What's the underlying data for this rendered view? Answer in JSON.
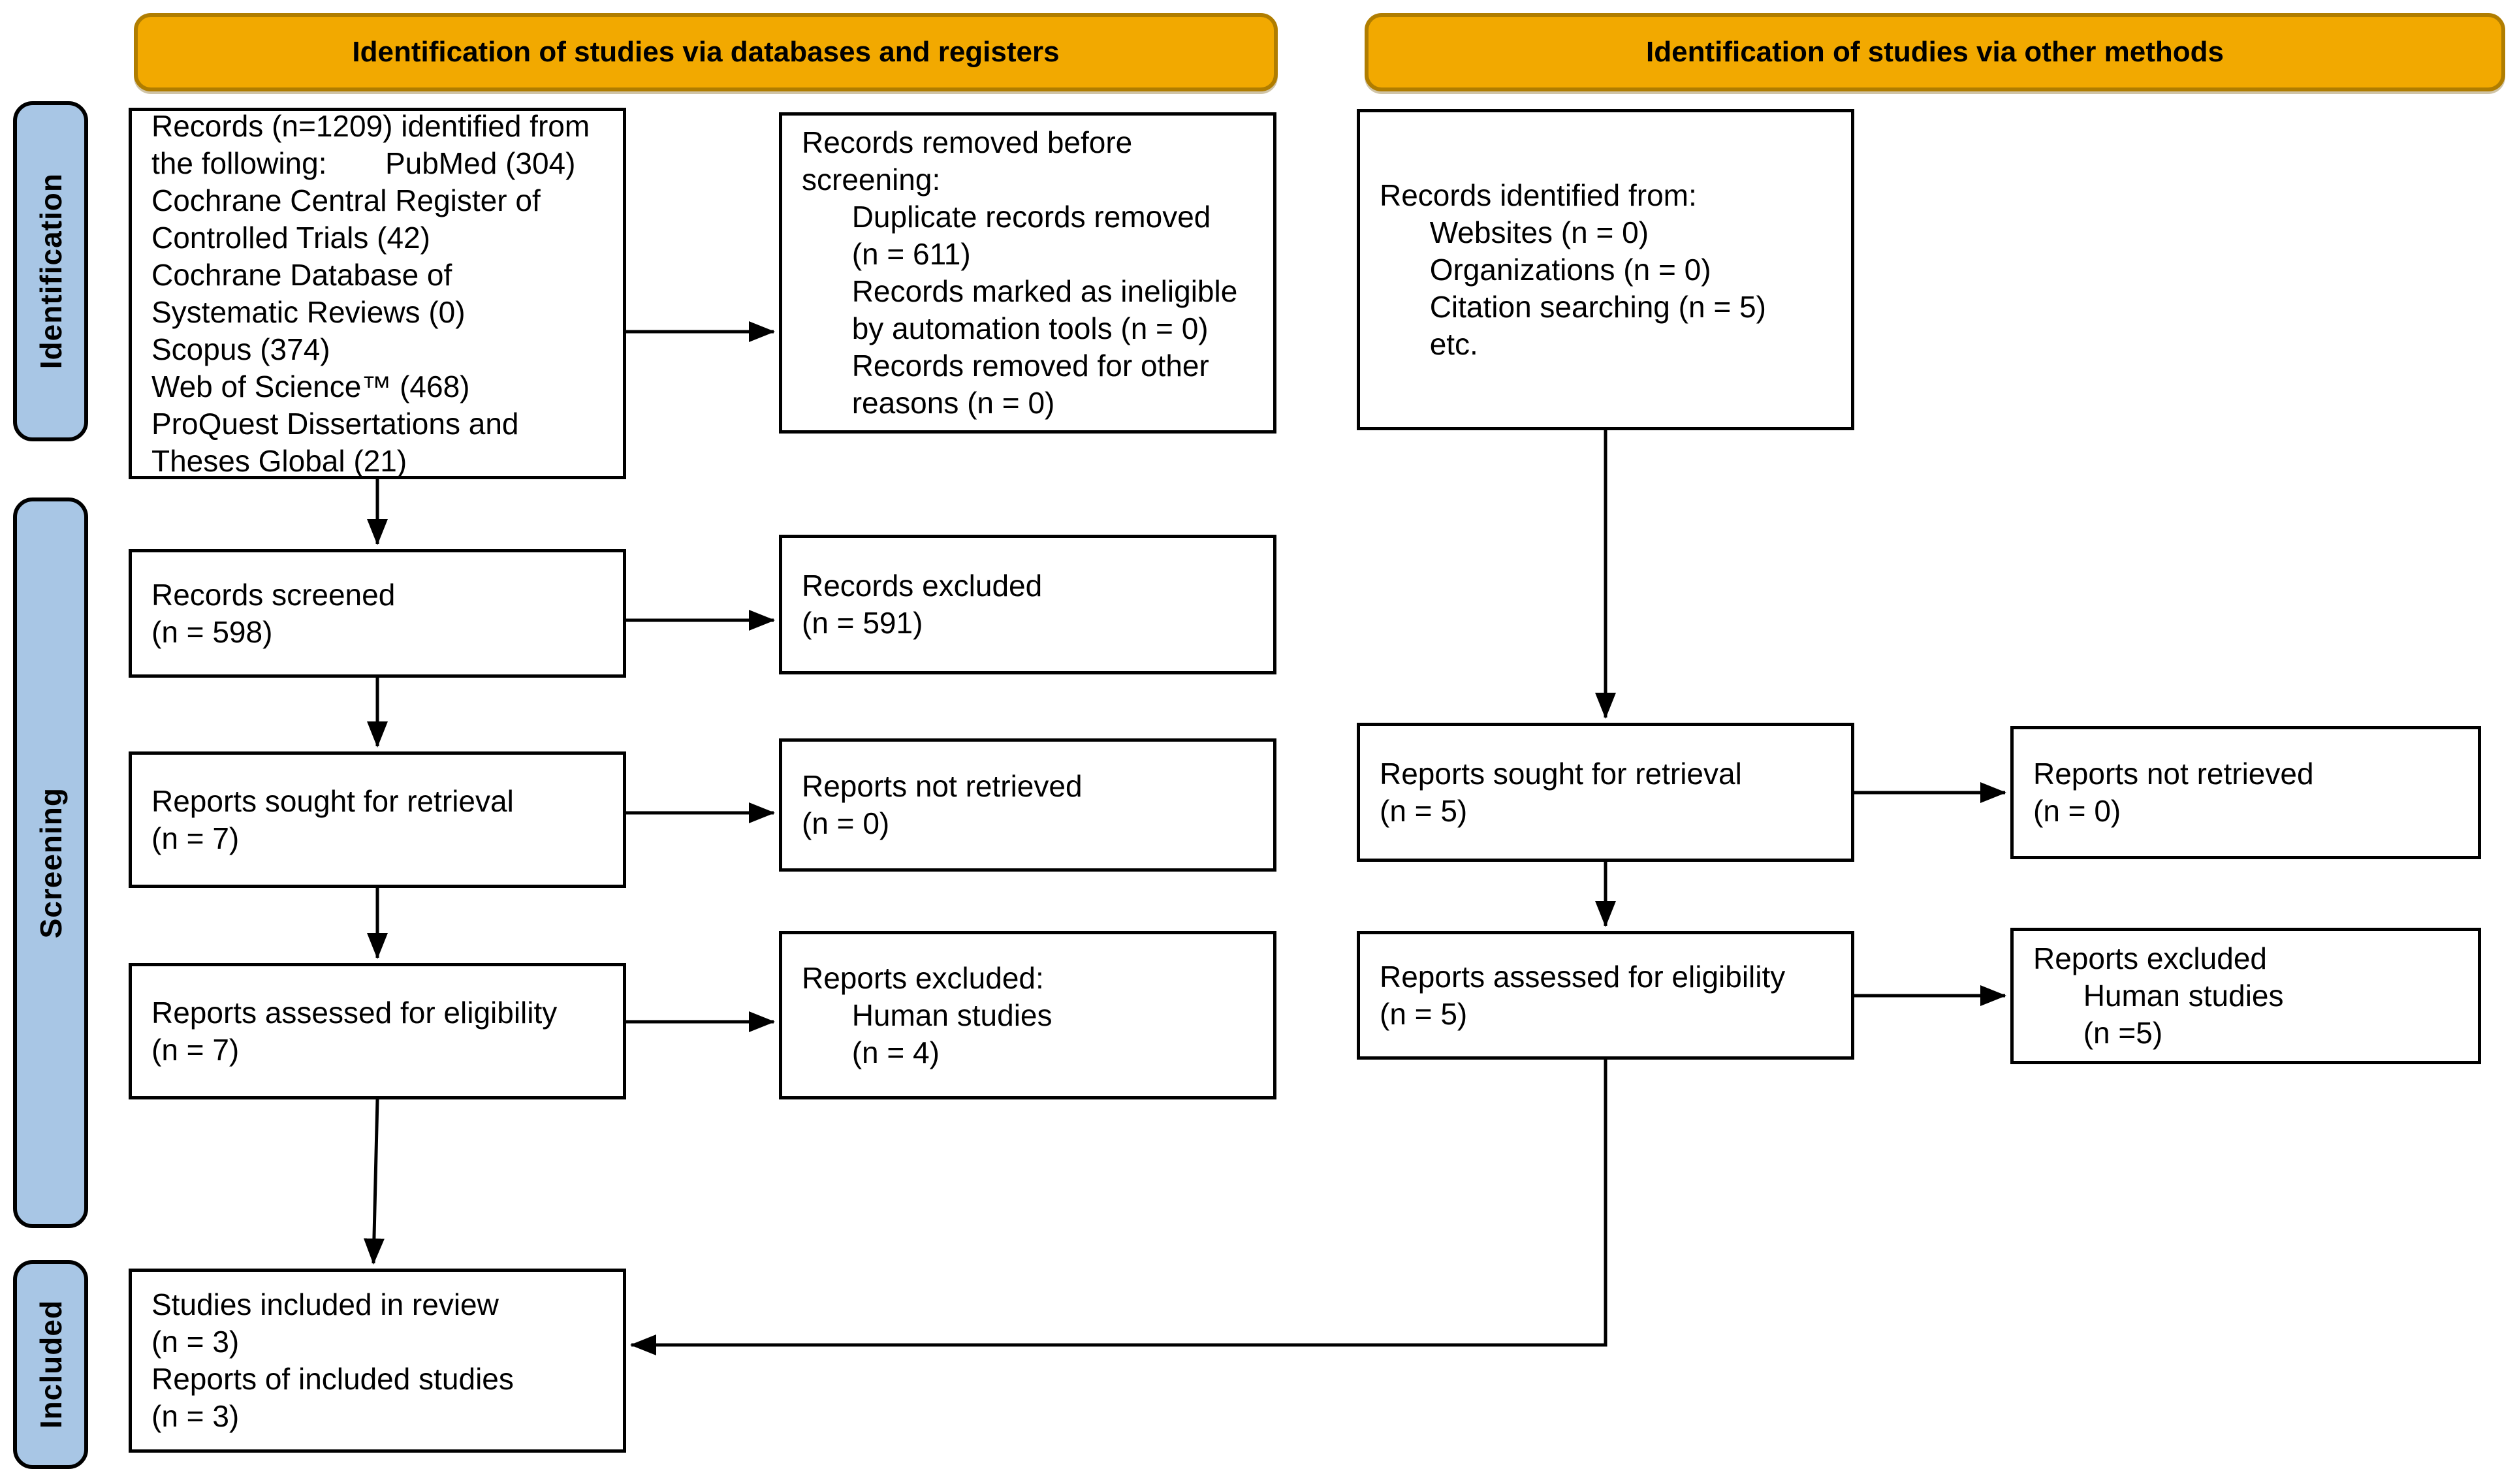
{
  "headers": {
    "databases": "Identification of studies via databases and registers",
    "other": "Identification of studies via other methods"
  },
  "sidebar": {
    "identification": "Identification",
    "screening": "Screening",
    "included": "Included"
  },
  "boxes": {
    "records_identified_databases": "Records (n=1209) identified from\nthe following:       PubMed (304)\nCochrane Central Register of\nControlled Trials (42)\nCochrane Database of\nSystematic Reviews (0)\nScopus (374)\nWeb of Science™ (468)\nProQuest Dissertations and\nTheses Global (21)",
    "records_removed": "Records removed before\nscreening:\n      Duplicate records removed\n      (n = 611)\n      Records marked as ineligible\n      by automation tools (n = 0)\n      Records removed for other\n      reasons (n = 0)",
    "records_identified_other": "Records identified from:\n      Websites (n = 0)\n      Organizations (n = 0)\n      Citation searching (n = 5)\n      etc.",
    "records_screened": "Records screened\n(n = 598)",
    "records_excluded": "Records excluded\n(n = 591)",
    "reports_sought_databases": "Reports sought for retrieval\n(n = 7)",
    "reports_not_retrieved_databases": "Reports not retrieved\n(n = 0)",
    "reports_sought_other": "Reports sought for retrieval\n(n = 5)",
    "reports_not_retrieved_other": "Reports not retrieved\n(n = 0)",
    "reports_assessed_databases": "Reports assessed for eligibility\n(n = 7)",
    "reports_excluded_databases": "Reports excluded:\n      Human studies\n      (n = 4)",
    "reports_assessed_other": "Reports assessed for eligibility\n(n = 5)",
    "reports_excluded_other": "Reports excluded\n      Human studies\n      (n =5)",
    "studies_included": "Studies included in review\n(n = 3)\nReports of included studies\n(n = 3)"
  },
  "colors": {
    "banner_fill": "#F2A900",
    "banner_border": "#B07D00",
    "sidebar_fill": "#A8C6E5",
    "line": "#000000"
  }
}
